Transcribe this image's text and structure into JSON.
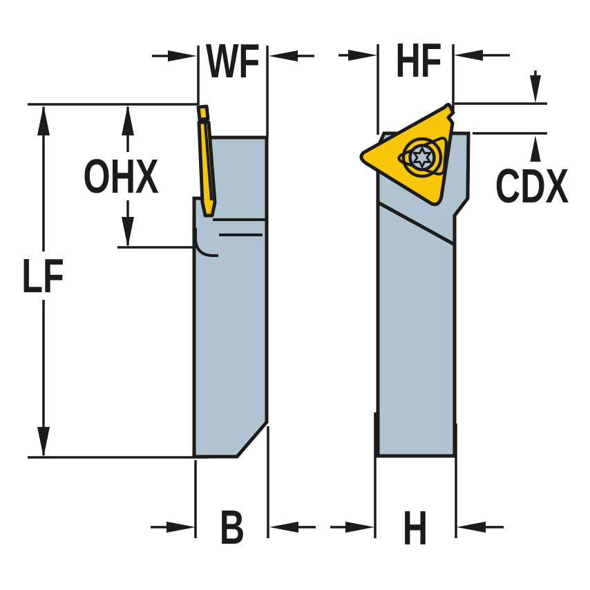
{
  "drawing": {
    "kind": "tool-holder-dimension-diagram",
    "labels": {
      "lf": "LF",
      "ohx": "OHX",
      "wf": "WF",
      "hf": "HF",
      "cdx": "CDX",
      "b": "B",
      "h": "H"
    }
  },
  "colors": {
    "insert_yellow": "#F7C608",
    "holder_gray": "#AFC4D0",
    "outline_black": "#1B1B1B",
    "background": "#FFFFFF"
  }
}
